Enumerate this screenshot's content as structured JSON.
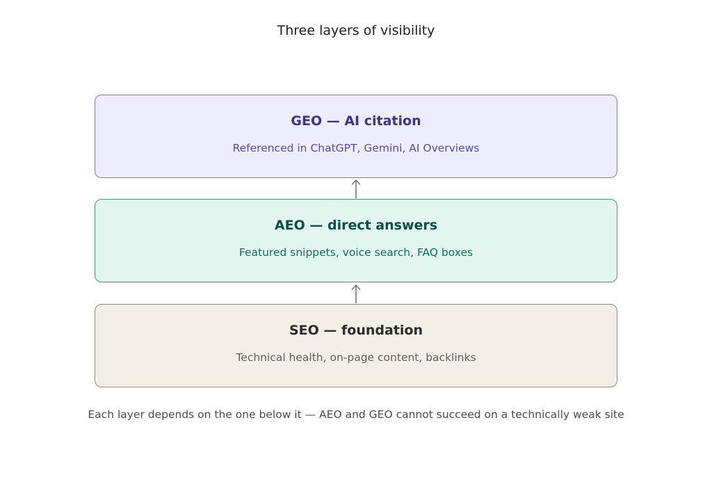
{
  "title": "Three layers of visibility",
  "layers": [
    {
      "title": "GEO — AI citation",
      "subtitle": "Referenced in ChatGPT, Gemini, AI Overviews"
    },
    {
      "title": "AEO — direct answers",
      "subtitle": "Featured snippets, voice search, FAQ boxes"
    },
    {
      "title": "SEO — foundation",
      "subtitle": "Technical health, on-page content, backlinks"
    }
  ],
  "caption": "Each layer depends on the one below it — AEO and GEO cannot succeed on a technically weak site",
  "colors": {
    "geo_fill": "#eeedfe",
    "geo_border": "#7e74c9",
    "aeo_fill": "#e2f5ee",
    "aeo_border": "#3f9b76",
    "seo_fill": "#f1efe8",
    "seo_border": "#8c8c86",
    "arrow": "#777777"
  }
}
